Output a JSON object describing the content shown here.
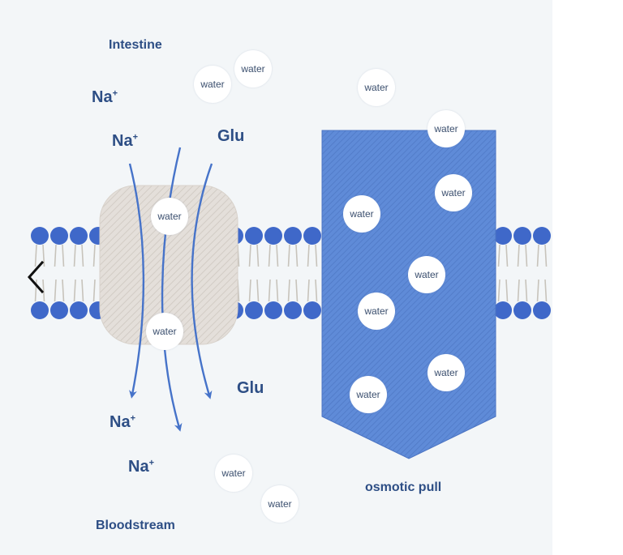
{
  "labels": {
    "intestine": "Intestine",
    "bloodstream": "Bloodstream",
    "osmotic_pull": "osmotic pull",
    "na": "Na",
    "na_charge": "+",
    "glu": "Glu"
  },
  "water_label": "water",
  "colors": {
    "text": "#2d4e85",
    "membrane_head": "#3f68c9",
    "tail": "#c7c3bb",
    "transporter_fill": "#e4dfda",
    "osmotic_fill": "#5f8bd8",
    "arrow": "#4673c9",
    "background": "#f3f6f8"
  },
  "icons": {
    "prev": "chevron-left-icon"
  }
}
